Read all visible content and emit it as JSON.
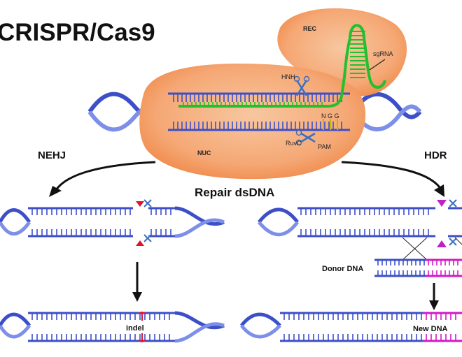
{
  "title": "CRISPR/Cas9",
  "labels": {
    "rec": "REC",
    "nuc": "NUC",
    "sgrna": "sgRNA",
    "hnh": "HNH",
    "ruvc": "RuvC",
    "pam": "PAM",
    "ngg": "N G G",
    "nehj": "NEHJ",
    "hdr": "HDR",
    "repair": "Repair dsDNA",
    "donor_dna": "Donor DNA",
    "indel": "indel",
    "new_dna": "New DNA"
  },
  "colors": {
    "protein": "#f5a875",
    "protein_edge": "#f08a4b",
    "dna": "#3c4fc8",
    "dna_light": "#8fa2f0",
    "sgrna": "#22c02e",
    "pam": "#c8b400",
    "cut_marker": "#e0152a",
    "hdr_marker": "#c020c8",
    "new_dna": "#d418c8"
  },
  "icons": [
    "scissors-icon",
    "arrow-icon",
    "triangle-marker-icon"
  ]
}
